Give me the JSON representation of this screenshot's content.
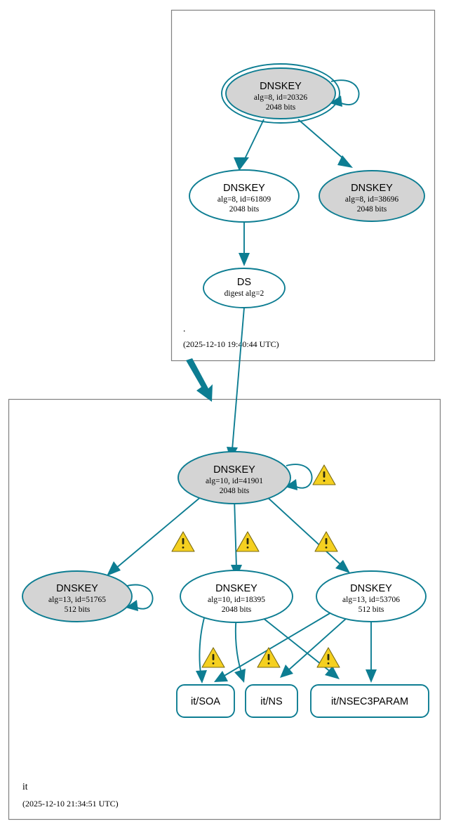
{
  "diagram": {
    "type": "dnssec-authentication-chain",
    "accent_color": "#0d7d92",
    "node_fill_secure": "#d4d4d4",
    "node_fill_plain": "#ffffff",
    "warning_color": "#f5d020",
    "zone_border_color": "#808080"
  },
  "zones": [
    {
      "id": "root",
      "name": ".",
      "timestamp": "(2025-12-10 19:40:44 UTC)"
    },
    {
      "id": "it",
      "name": "it",
      "timestamp": "(2025-12-10 21:34:51 UTC)"
    }
  ],
  "nodes": {
    "root_ksk": {
      "title": "DNSKEY",
      "line2": "alg=8, id=20326",
      "line3": "2048 bits"
    },
    "root_zsk_61809": {
      "title": "DNSKEY",
      "line2": "alg=8, id=61809",
      "line3": "2048 bits"
    },
    "root_key_38696": {
      "title": "DNSKEY",
      "line2": "alg=8, id=38696",
      "line3": "2048 bits"
    },
    "root_ds": {
      "title": "DS",
      "line2": "digest alg=2"
    },
    "it_ksk": {
      "title": "DNSKEY",
      "line2": "alg=10, id=41901",
      "line3": "2048 bits"
    },
    "it_key_51765": {
      "title": "DNSKEY",
      "line2": "alg=13, id=51765",
      "line3": "512 bits"
    },
    "it_key_18395": {
      "title": "DNSKEY",
      "line2": "alg=10, id=18395",
      "line3": "2048 bits"
    },
    "it_key_53706": {
      "title": "DNSKEY",
      "line2": "alg=13, id=53706",
      "line3": "512 bits"
    },
    "it_soa": {
      "label": "it/SOA"
    },
    "it_ns": {
      "label": "it/NS"
    },
    "it_nsec3param": {
      "label": "it/NSEC3PARAM"
    }
  },
  "warnings": {
    "count": 7,
    "glyph": "!"
  }
}
